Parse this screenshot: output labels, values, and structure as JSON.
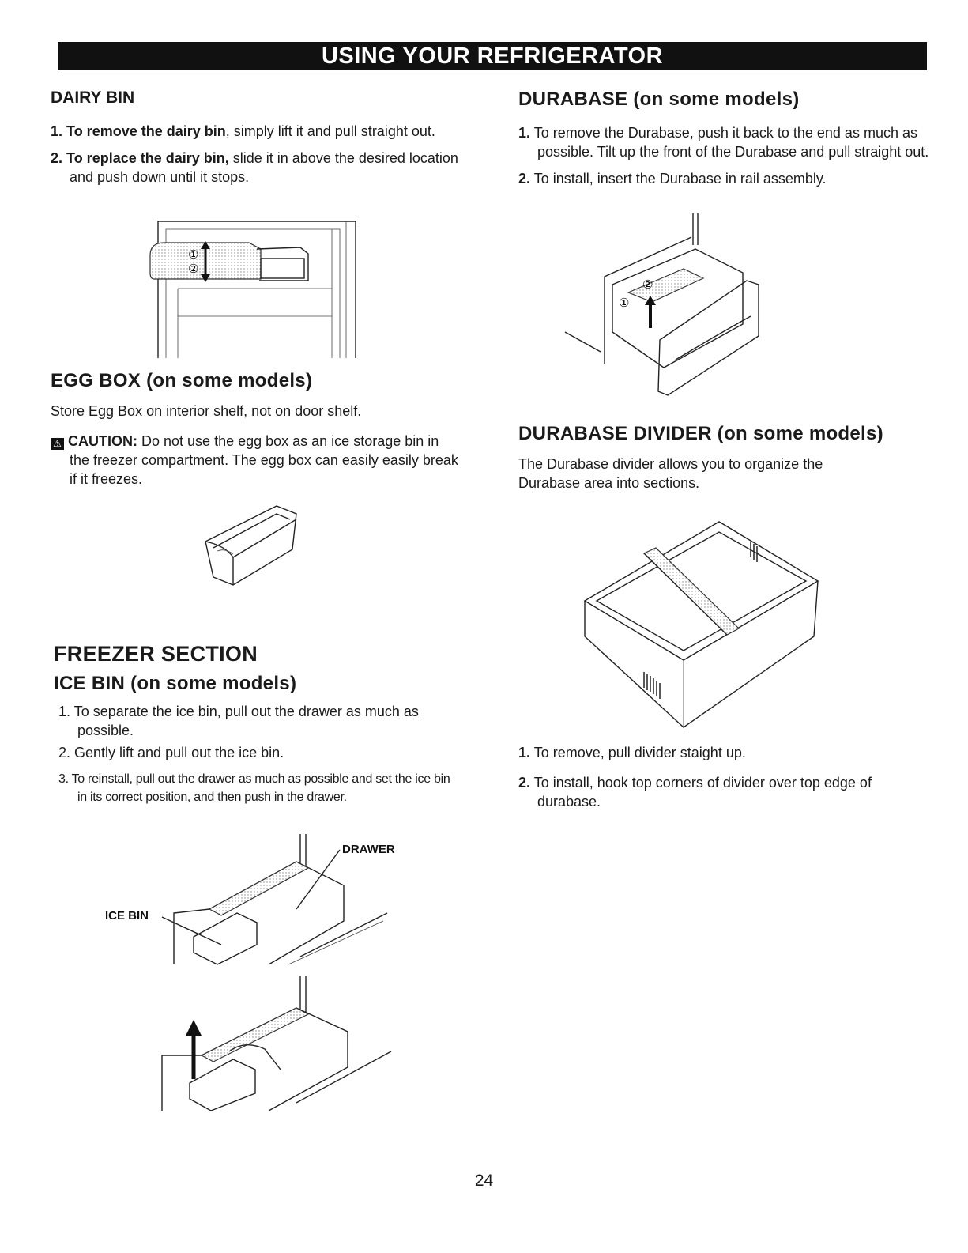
{
  "page": {
    "banner": "USING YOUR REFRIGERATOR",
    "page_number": "24"
  },
  "dairy_bin": {
    "title": "DAIRY BIN",
    "steps": [
      {
        "num": "1.",
        "bold": "To remove the dairy bin",
        "text": ", simply lift it and pull straight out."
      },
      {
        "num": "2.",
        "bold": "To replace the dairy bin,",
        "text": " slide it in above the desired location and push down until it stops."
      }
    ],
    "figure_markers": [
      "①",
      "②"
    ]
  },
  "egg_box": {
    "title": "EGG BOX  (on some models)",
    "text": "Store Egg Box on interior shelf, not on door shelf.",
    "caution_label": "CAUTION:",
    "caution_text": " Do not use the egg box as an ice storage bin in the freezer compartment. The egg box can easily easily break if it freezes."
  },
  "freezer": {
    "title": "FREEZER SECTION",
    "ice_bin_title": "ICE BIN (on some models)",
    "steps": [
      "1. To separate the ice bin, pull out the drawer as much as possible.",
      "2. Gently lift and pull out the ice bin.",
      "3. To reinstall, pull out the drawer as much as possible and set the ice bin in its correct position, and then push in the drawer."
    ],
    "labels": {
      "drawer": "DRAWER",
      "ice_bin": "ICE BIN"
    }
  },
  "durabase": {
    "title": "DURABASE  (on some models)",
    "steps": [
      {
        "num": "1.",
        "text": "To remove the Durabase, push it back to the end as much as possible. Tilt up the front of the Durabase and pull straight out."
      },
      {
        "num": "2.",
        "text": "To install, insert the Durabase in rail assembly."
      }
    ],
    "figure_markers": [
      "①",
      "②"
    ]
  },
  "durabase_divider": {
    "title": "DURABASE DIVIDER (on some models)",
    "text": "The Durabase divider allows you to organize the Durabase area into sections.",
    "steps": [
      {
        "num": "1.",
        "text": "To remove, pull divider staight up."
      },
      {
        "num": "2.",
        "text": "To install, hook top corners of divider over top edge of durabase."
      }
    ]
  }
}
